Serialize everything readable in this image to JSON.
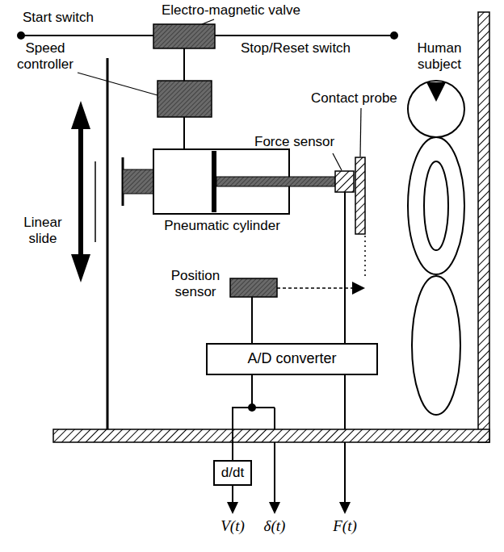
{
  "diagram": {
    "nodes": [
      {
        "text": [
          "A/D converter"
        ]
      },
      {
        "text": [
          "d/dt"
        ]
      }
    ],
    "edges": [
      {
        "from": 0,
        "to": 1,
        "arrow": "none"
      }
    ],
    "labels": [
      "Electro-magnetic valve",
      "Start switch",
      "Stop/Reset switch",
      "Speed controller",
      "Human subject",
      "Contact probe",
      "Force sensor",
      "Linear slide",
      "Pneumatic cylinder",
      "Position sensor",
      "V(t)",
      "δ(t)",
      "F(t)"
    ]
  }
}
